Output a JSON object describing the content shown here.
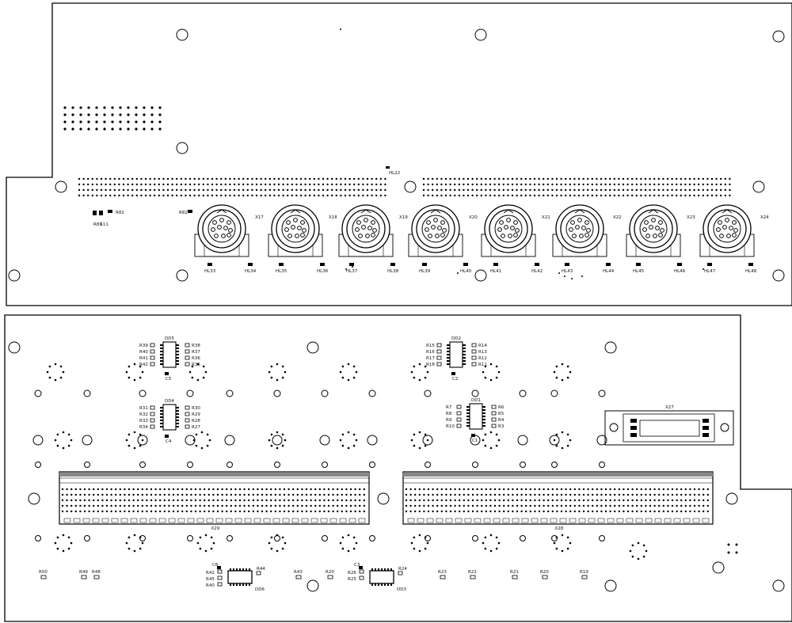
{
  "connectors": [
    {
      "id": "X17"
    },
    {
      "id": "X18"
    },
    {
      "id": "X19"
    },
    {
      "id": "X20"
    },
    {
      "id": "X21"
    },
    {
      "id": "X22"
    },
    {
      "id": "X23"
    },
    {
      "id": "X24"
    }
  ],
  "led_labels": [
    "HL33",
    "HL34",
    "HL35",
    "HL36",
    "HL37",
    "HL38",
    "HL39",
    "HL40",
    "HL41",
    "HL42",
    "HL43",
    "HL44",
    "HL45",
    "HL46",
    "HL47",
    "HL48"
  ],
  "top_misc": {
    "hl22": "HL22",
    "r82": "R82",
    "r81": "R81",
    "r11": "R11",
    "r82b": "R82"
  },
  "chips": [
    {
      "id": "DD5",
      "left_pins": [
        "R39",
        "R40",
        "R41",
        "R42"
      ],
      "right_pins": [
        "R38",
        "R37",
        "R36",
        "R35"
      ],
      "cap": "C5"
    },
    {
      "id": "DD4",
      "left_pins": [
        "R31",
        "R32",
        "R33",
        "R34"
      ],
      "right_pins": [
        "R30",
        "R29",
        "R28",
        "R27"
      ],
      "cap": "C4"
    },
    {
      "id": "DD2",
      "left_pins": [
        "R15",
        "R16",
        "R17",
        "R18"
      ],
      "right_pins": [
        "R14",
        "R13",
        "R12",
        "R11"
      ],
      "cap": "C2"
    },
    {
      "id": "DD1",
      "left_pins": [
        "R7",
        "R8",
        "R9",
        "R10"
      ],
      "right_pins": [
        "R6",
        "R5",
        "R4",
        "R3"
      ],
      "cap": "C1"
    }
  ],
  "headers": [
    {
      "id": "X29"
    },
    {
      "id": "X28"
    }
  ],
  "x27": "X27",
  "bottom_chips": [
    {
      "id": "DD6",
      "left_pins": [
        "R42",
        "R45",
        "R40"
      ],
      "right_pins": [
        "R44"
      ],
      "cap": "C6"
    },
    {
      "id": "DD3",
      "left_pins": [
        "R26",
        "R25"
      ],
      "right_pins": [
        "R24"
      ],
      "cap": "C3"
    }
  ],
  "bottom_resistors": [
    "R50",
    "R49",
    "R48",
    "R43",
    "R20",
    "R23",
    "R22",
    "R21",
    "R20",
    "R19"
  ]
}
